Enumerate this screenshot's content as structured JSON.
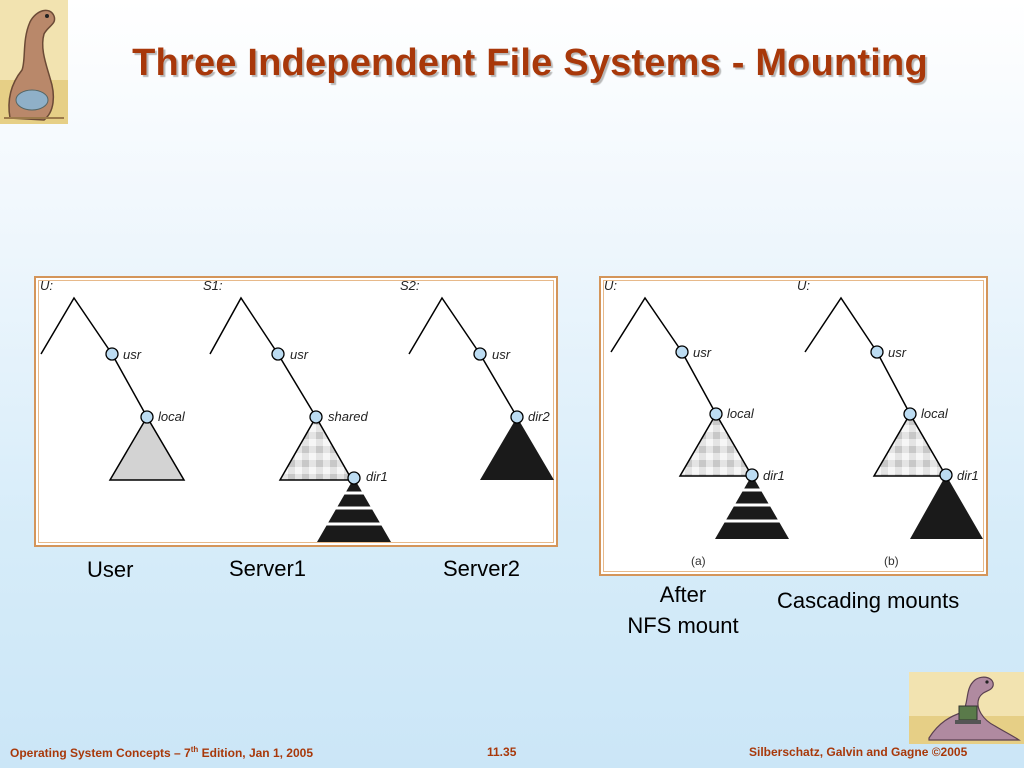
{
  "slide": {
    "title": "Three Independent File Systems - Mounting"
  },
  "figure_left": {
    "trees": [
      {
        "root_label": "U:",
        "nodes": [
          "usr",
          "local"
        ]
      },
      {
        "root_label": "S1:",
        "nodes": [
          "usr",
          "shared",
          "dir1"
        ]
      },
      {
        "root_label": "S2:",
        "nodes": [
          "usr",
          "dir2"
        ]
      }
    ]
  },
  "figure_right": {
    "trees": [
      {
        "root_label": "U:",
        "nodes": [
          "usr",
          "local",
          "dir1"
        ],
        "sub_label": "(a)"
      },
      {
        "root_label": "U:",
        "nodes": [
          "usr",
          "local",
          "dir1"
        ],
        "sub_label": "(b)"
      }
    ]
  },
  "captions": {
    "user": "User",
    "server1": "Server1",
    "server2": "Server2",
    "nfs_line1": "After",
    "nfs_line2": "NFS mount",
    "cascading": "Cascading mounts"
  },
  "footer": {
    "left_prefix": "Operating System Concepts – 7",
    "left_sup": "th",
    "left_suffix": " Edition, Jan 1, 2005",
    "page": "11.35",
    "right": "Silberschatz, Galvin and Gagne ©2005"
  },
  "colors": {
    "title": "#a8380a",
    "frame": "#d4955a",
    "node_fill": "#bcdcf2",
    "gray_triangle": "#d3d3d3",
    "dark_triangle": "#1a1a1a"
  }
}
